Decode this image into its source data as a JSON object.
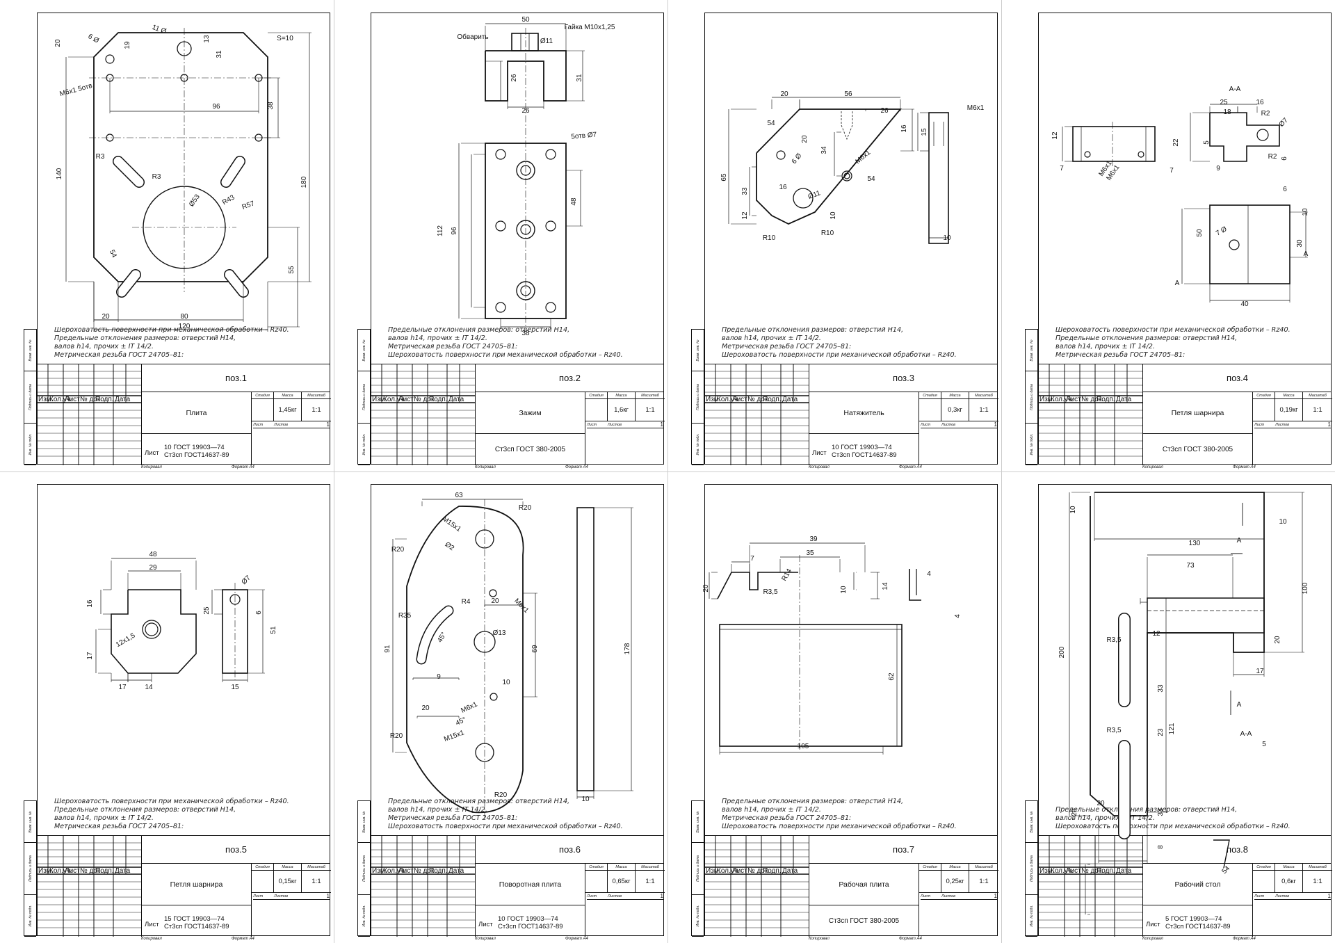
{
  "sheets": [
    {
      "pos": "поз.1",
      "name": "Плита",
      "mass": "1,45кг",
      "scale": "1:1",
      "sheets_total": "1",
      "list_label": "Лист",
      "material_1": "10 ГОСТ 19903—74",
      "material_2": "Ст3сп ГОСТ14637-89",
      "notes": [
        "Шероховатость поверхности при механической обработки – Rz40.",
        "Предельные отклонения размеров: отверстий Н14,",
        "валов h14, прочих ± IT 14/2.",
        "Метрическая резьба ГОСТ 24705–81:"
      ],
      "dims": [
        "20",
        "6 Ø",
        "19",
        "11 Ø",
        "13",
        "S=10",
        "М6х1 5отв",
        "31",
        "96",
        "38",
        "140",
        "180",
        "R3",
        "R3",
        "Ø53",
        "R43",
        "R57",
        "54",
        "55",
        "20",
        "80",
        "120"
      ]
    },
    {
      "pos": "поз.2",
      "name": "Зажим",
      "mass": "1,6кг",
      "scale": "1:1",
      "sheets_total": "1",
      "list_label": "",
      "material_1": "Ст3сп ГОСТ 380-2005",
      "material_2": "",
      "notes": [
        "Предельные отклонения размеров: отверстий Н14,",
        "валов h14, прочих ± IT 14/2.",
        "Метрическая резьба ГОСТ 24705–81:",
        "Шероховатость поверхности при механической обработки – Rz40."
      ],
      "dims": [
        "50",
        "Гайка М10х1,25",
        "Обварить",
        "Ø11",
        "26",
        "31",
        "26",
        "5отв Ø7",
        "48",
        "112",
        "96",
        "38"
      ]
    },
    {
      "pos": "поз.3",
      "name": "Натяжитель",
      "mass": "0,3кг",
      "scale": "1:1",
      "sheets_total": "1",
      "list_label": "Лист",
      "material_1": "10 ГОСТ 19903—74",
      "material_2": "Ст3сп ГОСТ14637-89",
      "notes": [
        "Предельные отклонения размеров: отверстий Н14,",
        "валов h14, прочих ± IT 14/2.",
        "Метрическая резьба ГОСТ 24705–81:",
        "Шероховатость поверхности при механической обработки – Rz40."
      ],
      "dims": [
        "20",
        "56",
        "26",
        "54",
        "20",
        "16",
        "М6х1",
        "15",
        "34",
        "6 Ø",
        "М6х1",
        "54",
        "65",
        "33",
        "16",
        "Ø11",
        "12",
        "10",
        "R10",
        "R10",
        "10"
      ]
    },
    {
      "pos": "поз.4",
      "name": "Петля шарнира",
      "mass": "0,19кг",
      "scale": "1:1",
      "sheets_total": "1",
      "list_label": "",
      "material_1": "Ст3сп ГОСТ 380-2005",
      "material_2": "",
      "notes": [
        "Шероховатость поверхности при механической обработки – Rz40.",
        "Предельные отклонения размеров: отверстий Н14,",
        "валов h14, прочих ± IT 14/2.",
        "Метрическая резьба ГОСТ 24705–81:"
      ],
      "dims": [
        "А-А",
        "25",
        "16",
        "18",
        "R2",
        "Ø7",
        "12",
        "22",
        "5",
        "R2",
        "6",
        "7",
        "М6х1",
        "М6х1",
        "7",
        "9",
        "6",
        "10",
        "50",
        "7 Ø",
        "30",
        "А",
        "А",
        "40"
      ]
    },
    {
      "pos": "поз.5",
      "name": "Петля шарнира",
      "mass": "0,15кг",
      "scale": "1:1",
      "sheets_total": "1",
      "list_label": "Лист",
      "material_1": "15 ГОСТ 19903—74",
      "material_2": "Ст3сп ГОСТ14637-89",
      "notes": [
        "Шероховатость поверхности при механической обработки – Rz40.",
        "Предельные отклонения размеров: отверстий Н14,",
        "валов h14, прочих ± IT 14/2.",
        "Метрическая резьба ГОСТ 24705–81:"
      ],
      "dims": [
        "48",
        "29",
        "16",
        "Ø7",
        "25",
        "6",
        "51",
        "17",
        "12х1,5",
        "17",
        "14",
        "15"
      ]
    },
    {
      "pos": "поз.6",
      "name": "Поворотная плита",
      "mass": "0,65кг",
      "scale": "1:1",
      "sheets_total": "1",
      "list_label": "Лист",
      "material_1": "10 ГОСТ 19903—74",
      "material_2": "Ст3сп ГОСТ14637-89",
      "notes": [
        "Предельные отклонения размеров: отверстий Н14,",
        "валов h14, прочих ± IT 14/2.",
        "Метрическая резьба ГОСТ 24705–81:",
        "Шероховатость поверхности при механической обработки – Rz40."
      ],
      "dims": [
        "63",
        "R20",
        "М15х1",
        "Ø2",
        "R20",
        "20",
        "М6х1",
        "R35",
        "R4",
        "45°",
        "91",
        "Ø13",
        "69",
        "178",
        "9",
        "10",
        "20",
        "М6х1",
        "45°",
        "R20",
        "М15х1",
        "R20",
        "10"
      ]
    },
    {
      "pos": "поз.7",
      "name": "Рабочая плита",
      "mass": "0,25кг",
      "scale": "1:1",
      "sheets_total": "1",
      "list_label": "",
      "material_1": "Ст3сп ГОСТ 380-2005",
      "material_2": "",
      "notes": [
        "Предельные отклонения размеров: отверстий Н14,",
        "валов h14, прочих ± IT 14/2.",
        "Метрическая резьба ГОСТ 24705–81:",
        "Шероховатость поверхности при механической обработки – Rz40."
      ],
      "dims": [
        "39",
        "7",
        "35",
        "R14",
        "20",
        "R3,5",
        "10",
        "14",
        "4",
        "4",
        "62",
        "105"
      ]
    },
    {
      "pos": "поз.8",
      "name": "Рабочий стол",
      "mass": "0,6кг",
      "scale": "1:1",
      "sheets_total": "1",
      "list_label": "Лист",
      "material_1": "5 ГОСТ 19903—74",
      "material_2": "Ст3сп ГОСТ14637-89",
      "notes": [
        "Предельные отклонения размеров: отверстий Н14,",
        "валов h14, прочих ± IT 14/2.",
        "Шероховатость поверхности при механической обработки – Rz40."
      ],
      "dims": [
        "10",
        "10",
        "130",
        "А",
        "73",
        "100",
        "200",
        "R3,5",
        "12",
        "20",
        "17",
        "А",
        "33",
        "121",
        "R3,5",
        "23",
        "А-А",
        "5",
        "20",
        "20",
        "33",
        "8",
        "54"
      ]
    }
  ],
  "titleblock": {
    "stage_label": "Стадия",
    "mass_label": "Масса",
    "scale_label": "Масштаб",
    "sheet_label": "Лист",
    "sheets_label": "Листов",
    "row_labels": [
      "Изм.",
      "Кол.уч.",
      "Лист",
      "№ док.",
      "Подп.",
      "Дата"
    ],
    "copied": "Копировал",
    "format": "Формат А4",
    "strip": [
      "Взам. инв. №",
      "Подпись и дата",
      "Инв. № подл."
    ]
  }
}
